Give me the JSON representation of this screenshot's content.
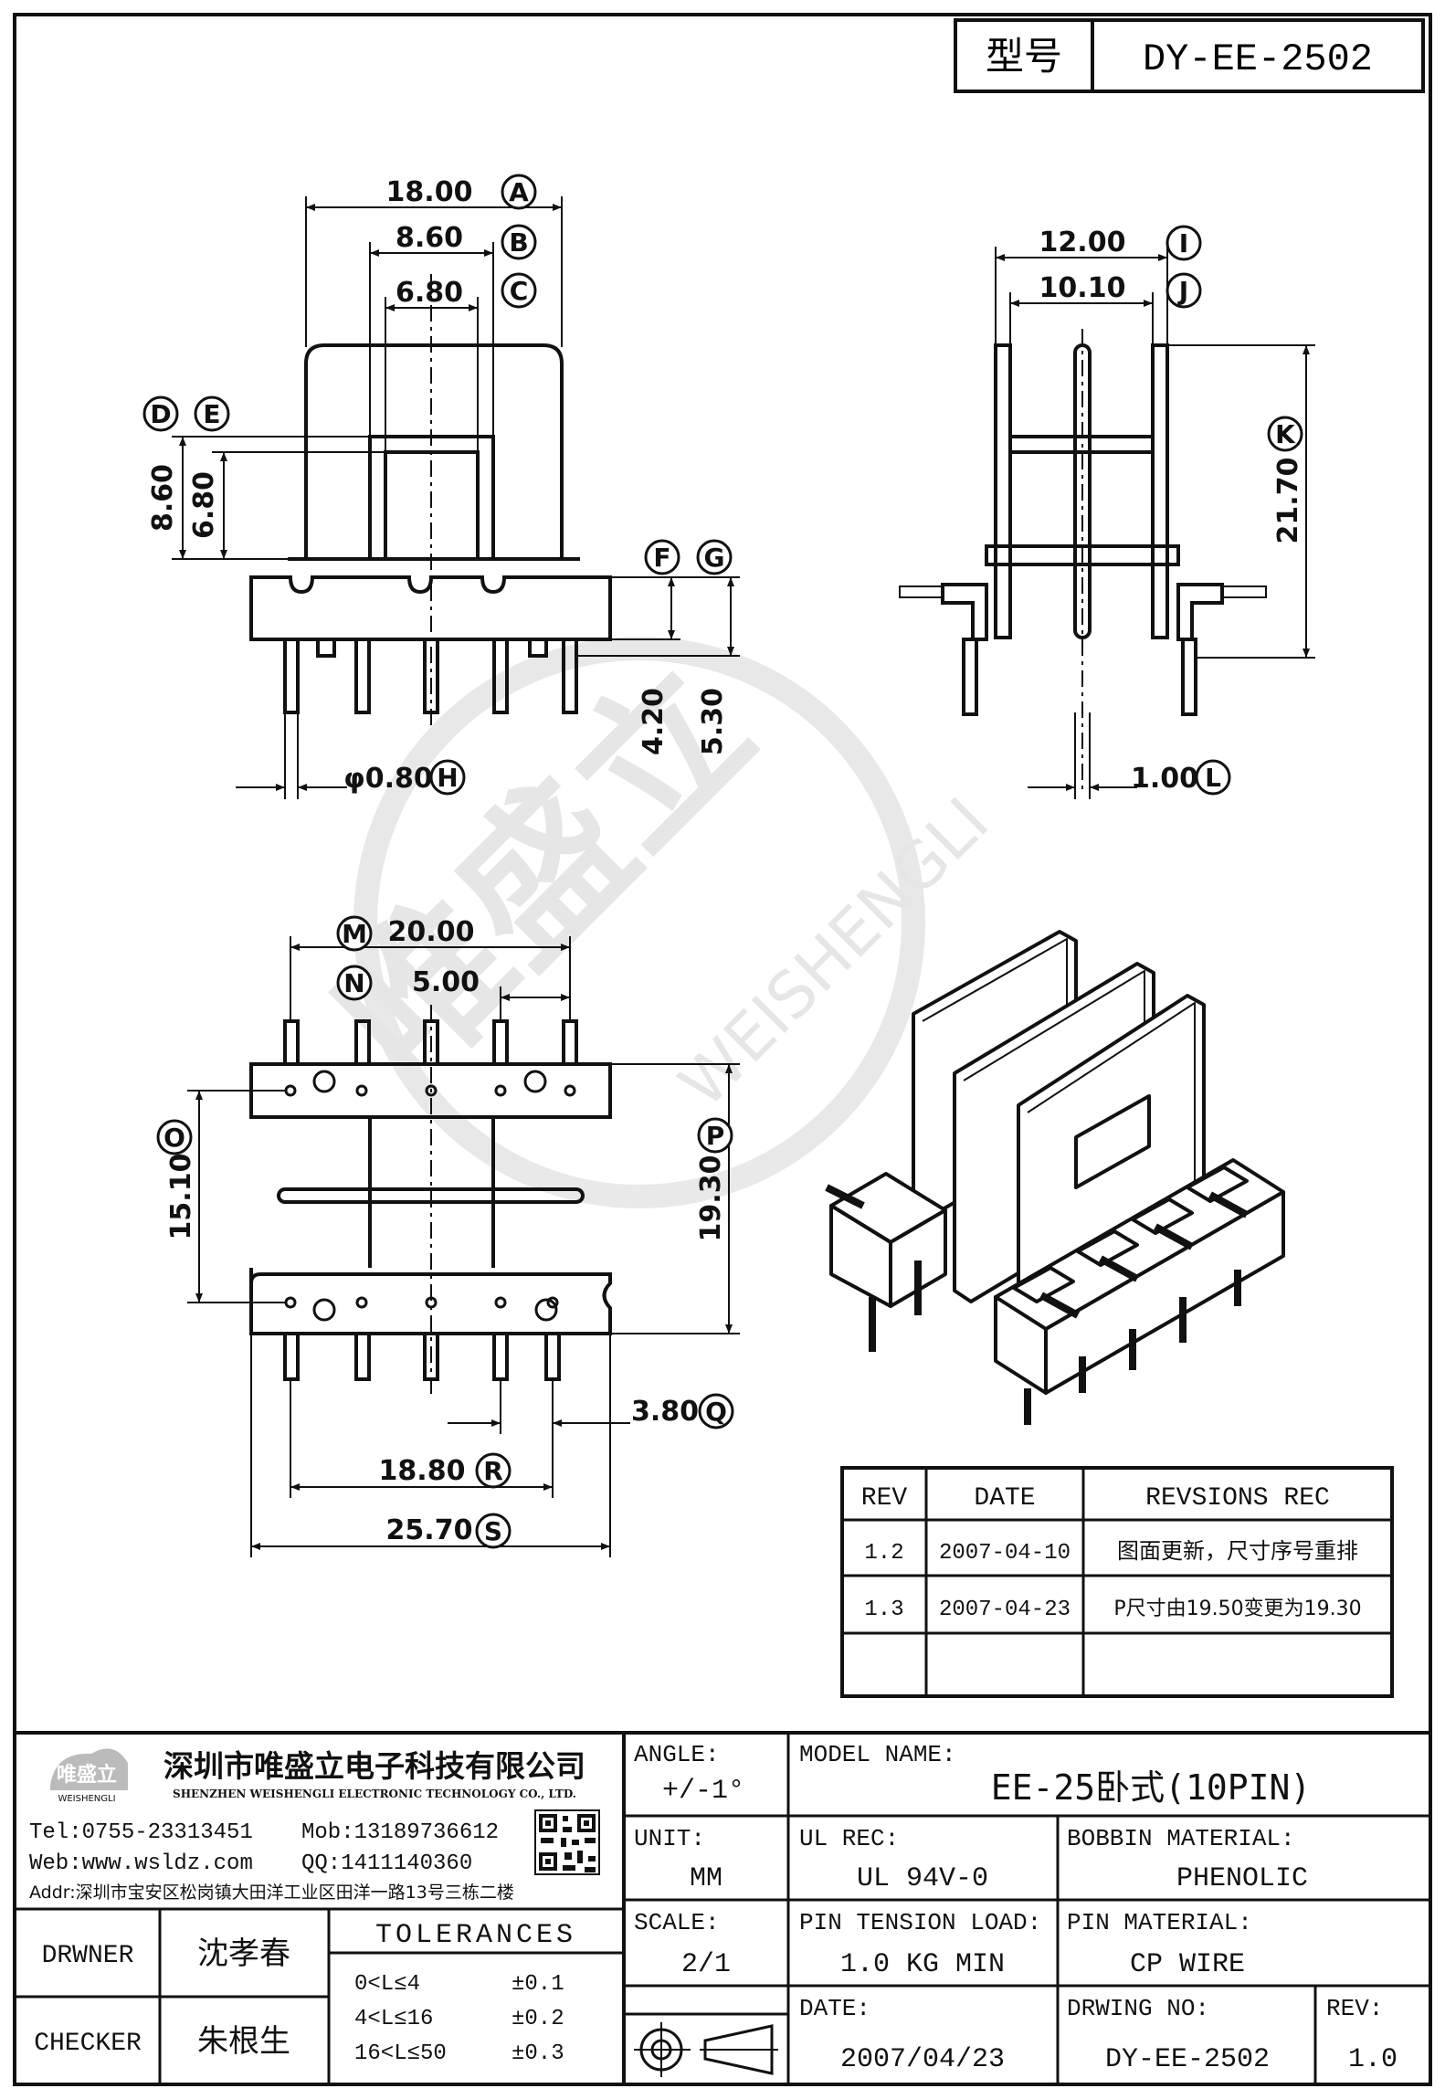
{
  "header": {
    "model_label": "型号",
    "model_code": "DY-EE-2502"
  },
  "dimensions": {
    "A": {
      "value": "18.00",
      "tag": "A"
    },
    "B": {
      "value": "8.60",
      "tag": "B"
    },
    "C": {
      "value": "6.80",
      "tag": "C"
    },
    "D": {
      "value": "8.60",
      "tag": "D"
    },
    "E": {
      "value": "6.80",
      "tag": "E"
    },
    "F": {
      "value": "4.20",
      "tag": "F"
    },
    "G": {
      "value": "5.30",
      "tag": "G"
    },
    "H": {
      "value": "φ0.80",
      "tag": "H"
    },
    "I": {
      "value": "12.00",
      "tag": "I"
    },
    "J": {
      "value": "10.10",
      "tag": "J"
    },
    "K": {
      "value": "21.70",
      "tag": "K"
    },
    "L": {
      "value": "1.00",
      "tag": "L"
    },
    "M": {
      "value": "20.00",
      "tag": "M"
    },
    "N": {
      "value": "5.00",
      "tag": "N"
    },
    "O": {
      "value": "15.10",
      "tag": "O"
    },
    "P": {
      "value": "19.30",
      "tag": "P"
    },
    "Q": {
      "value": "3.80",
      "tag": "Q"
    },
    "R": {
      "value": "18.80",
      "tag": "R"
    },
    "S": {
      "value": "25.70",
      "tag": "S"
    }
  },
  "watermark": {
    "cn": "唯盛立",
    "en": "WEISHENGLI"
  },
  "revisions": {
    "headers": [
      "REV",
      "DATE",
      "REVSIONS REC"
    ],
    "rows": [
      {
        "rev": "1.2",
        "date": "2007-04-10",
        "rec": "图面更新，尺寸序号重排"
      },
      {
        "rev": "1.3",
        "date": "2007-04-23",
        "rec": "P尺寸由19.50变更为19.30"
      },
      {
        "rev": "",
        "date": "",
        "rec": ""
      }
    ]
  },
  "company": {
    "logo_text": "唯盛立",
    "logo_sub": "WEISHENGLI",
    "name_cn": "深圳市唯盛立电子科技有限公司",
    "name_en": "SHENZHEN WEISHENGLI ELECTRONIC TECHNOLOGY CO., LTD.",
    "tel": "Tel:0755-23313451",
    "mob": "Mob:13189736612",
    "web": "Web:www.wsldz.com",
    "qq": "QQ:1411140360",
    "addr": "Addr:深圳市宝安区松岗镇大田洋工业区田洋一路13号三栋二楼"
  },
  "title_block": {
    "angle_label": "ANGLE:",
    "angle_value": "+/-1°",
    "model_name_label": "MODEL NAME:",
    "model_name_value": "EE-25卧式(10PIN)",
    "unit_label": "UNIT:",
    "unit_value": "MM",
    "ul_rec_label": "UL REC:",
    "ul_rec_value": "UL 94V-0",
    "bobbin_material_label": "BOBBIN MATERIAL:",
    "bobbin_material_value": "PHENOLIC",
    "scale_label": "SCALE:",
    "scale_value": "2/1",
    "pin_tension_label": "PIN TENSION LOAD:",
    "pin_tension_value": "1.0 KG MIN",
    "pin_material_label": "PIN MATERIAL:",
    "pin_material_value": "CP WIRE",
    "date_label": "DATE:",
    "date_value": "2007/04/23",
    "drawing_no_label": "DRWING NO:",
    "drawing_no_value": "DY-EE-2502",
    "rev_label": "REV:",
    "rev_value": "1.0",
    "drawer_label": "DRWNER",
    "drawer_name": "沈孝春",
    "checker_label": "CHECKER",
    "checker_name": "朱根生",
    "tolerances_label": "TOLERANCES",
    "tolerance_rows": [
      {
        "range": "0<L≤4",
        "tol": "±0.1"
      },
      {
        "range": "4<L≤16",
        "tol": "±0.2"
      },
      {
        "range": "16<L≤50",
        "tol": "±0.3"
      }
    ]
  }
}
